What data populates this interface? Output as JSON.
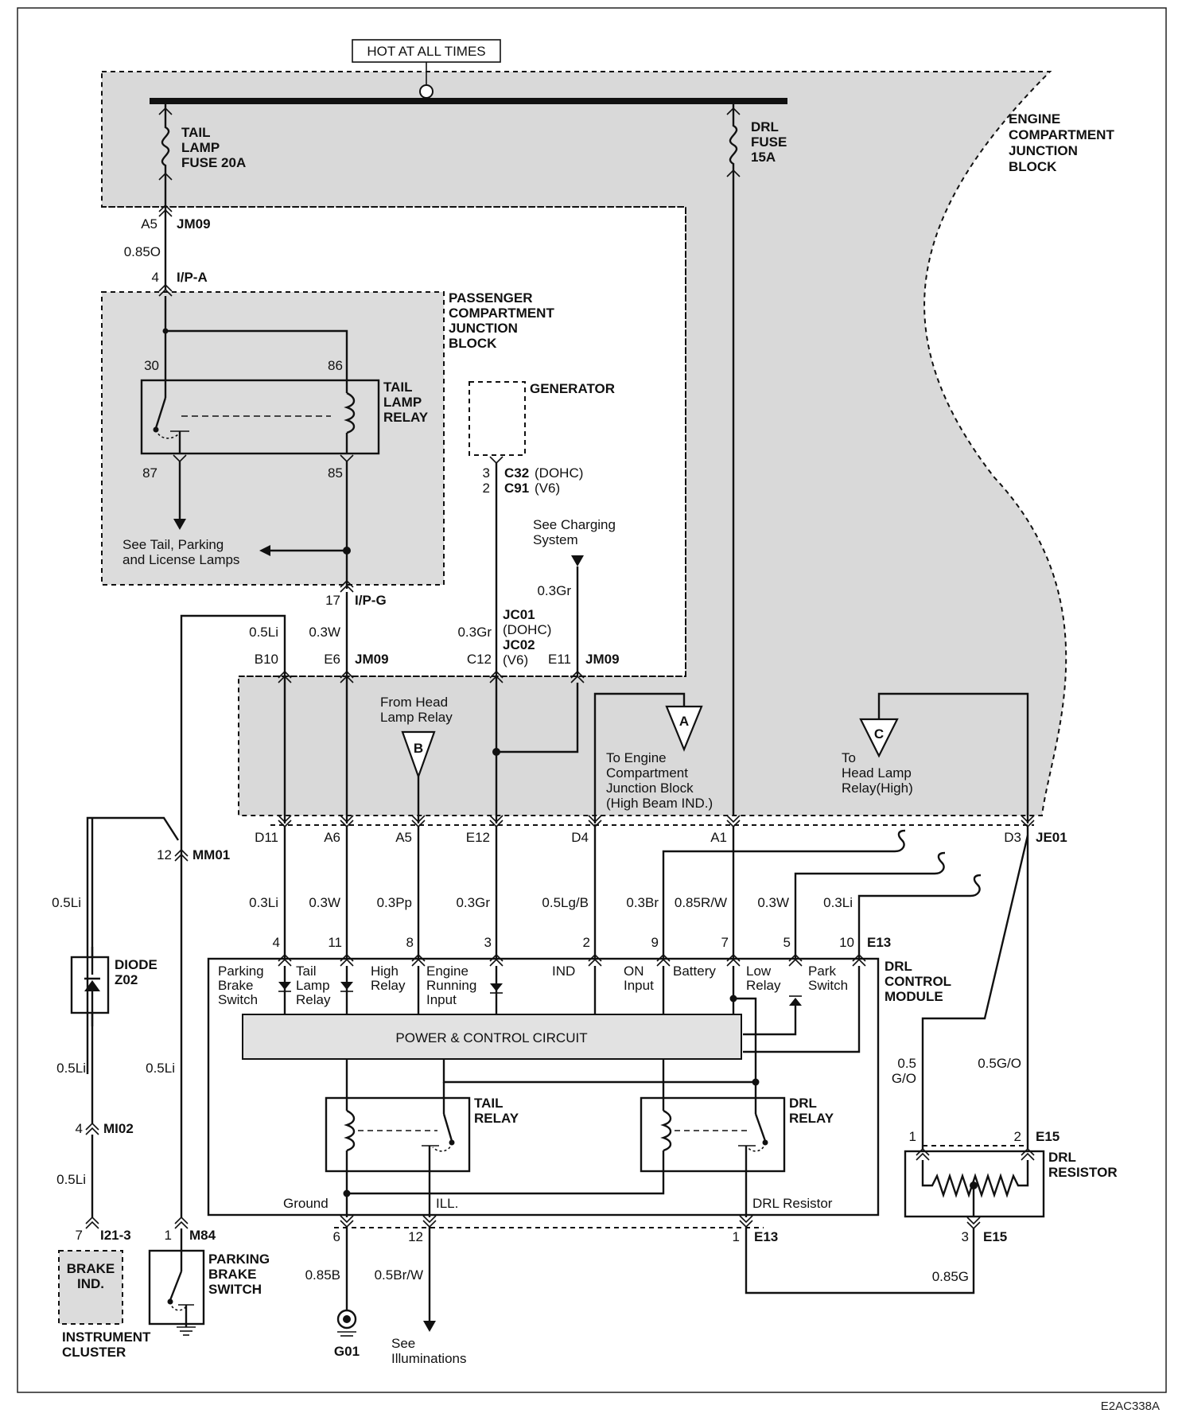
{
  "top": {
    "hot_at_all_times": "HOT AT ALL TIMES"
  },
  "engine_block": {
    "label_lines": [
      "ENGINE",
      "COMPARTMENT",
      "JUNCTION",
      "BLOCK"
    ]
  },
  "fuses": {
    "tail": [
      "TAIL",
      "LAMP",
      "FUSE 20A"
    ],
    "drl": [
      "DRL",
      "FUSE",
      "15A"
    ]
  },
  "connectors": {
    "a5_jm09": {
      "pin": "A5",
      "name": "JM09"
    },
    "ipa": {
      "pin": "4",
      "name": "I/P-A"
    },
    "ipg": {
      "pin": "17",
      "name": "I/P-G"
    },
    "b10": "B10",
    "e6": "E6",
    "jm09_mid": "JM09",
    "c12": "C12",
    "e11": "E11",
    "jm09_right": "JM09",
    "c32": {
      "pin": "3",
      "name": "C32",
      "note": "(DOHC)"
    },
    "c91": {
      "pin": "2",
      "name": "C91",
      "note": "(V6)"
    },
    "jc01": "JC01",
    "jc01_note": "(DOHC)",
    "jc02": "JC02",
    "jc02_note": "(V6)",
    "mm01": {
      "pin": "12",
      "name": "MM01"
    },
    "mi02": {
      "pin": "4",
      "name": "MI02"
    },
    "i213": {
      "pin": "7",
      "name": "I21-3"
    },
    "m84": {
      "pin": "1",
      "name": "M84"
    },
    "je01_row": [
      "D11",
      "A6",
      "A5",
      "E12",
      "D4",
      "A1",
      "D3"
    ],
    "je01": "JE01",
    "e13_top": "E13",
    "e13_bottom": {
      "pin": "1",
      "name": "E13"
    },
    "e15_top": {
      "pin": "2",
      "name": "E15"
    },
    "e15_bottom": {
      "pin": "3",
      "name": "E15"
    },
    "r1": "1",
    "g_pin6": "6",
    "g_pin12": "12"
  },
  "passenger_block": {
    "label_lines": [
      "PASSENGER",
      "COMPARTMENT",
      "JUNCTION",
      "BLOCK"
    ]
  },
  "tail_lamp_relay": {
    "label_lines": [
      "TAIL",
      "LAMP",
      "RELAY"
    ],
    "pins": [
      "30",
      "86",
      "87",
      "85"
    ],
    "note_lines": [
      "See Tail, Parking",
      "and License Lamps"
    ]
  },
  "generator": {
    "label": "GENERATOR"
  },
  "charging": {
    "lines": [
      "See Charging",
      "System"
    ]
  },
  "wires": {
    "w085o": "0.85O",
    "w03gr_charging": "0.3Gr",
    "w05li_left": "0.5Li",
    "w03w_top": "0.3W",
    "w03gr_top": "0.3Gr",
    "bottom_row": [
      "0.3Li",
      "0.3W",
      "0.3Pp",
      "0.3Gr",
      "0.5Lg/B",
      "0.3Br",
      "0.85R/W",
      "0.3W",
      "0.3Li"
    ],
    "w05li_mm01": "0.5Li",
    "w05li_diode_down": "0.5Li",
    "w05li_m84": "0.5Li",
    "w05li_mi02_down": "0.5Li",
    "w05go_left": [
      "0.5",
      "G/O"
    ],
    "w05go_right": "0.5G/O",
    "w085b": "0.85B",
    "w05brw": "0.5Br/W",
    "w085g": "0.85G"
  },
  "triangles": {
    "b": {
      "letter": "B",
      "lines": [
        "From Head",
        "Lamp Relay"
      ]
    },
    "a": {
      "letter": "A",
      "lines": [
        "To Engine",
        "Compartment",
        "Junction Block",
        "(High Beam IND.)"
      ]
    },
    "c": {
      "letter": "C",
      "lines": [
        "To",
        "Head Lamp",
        "Relay(High)"
      ]
    }
  },
  "drl_module": {
    "label_lines": [
      "DRL",
      "CONTROL",
      "MODULE"
    ],
    "pin_numbers": [
      "4",
      "11",
      "8",
      "3",
      "2",
      "9",
      "7",
      "5",
      "10"
    ],
    "inputs": [
      [
        "Parking",
        "Brake",
        "Switch"
      ],
      [
        "Tail",
        "Lamp",
        "Relay"
      ],
      [
        "High",
        "Relay"
      ],
      [
        "Engine",
        "Running",
        "Input"
      ],
      [
        "IND"
      ],
      [
        "ON",
        "Input"
      ],
      [
        "Battery"
      ],
      [
        "Low",
        "Relay"
      ],
      [
        "Park",
        "Switch"
      ]
    ],
    "power_circuit": "POWER & CONTROL CIRCUIT",
    "tail_relay": [
      "TAIL",
      "RELAY"
    ],
    "drl_relay": [
      "DRL",
      "RELAY"
    ],
    "bottom_labels": [
      "Ground",
      "ILL.",
      "DRL Resistor"
    ]
  },
  "diode": {
    "lines": [
      "DIODE",
      "Z02"
    ]
  },
  "brake_ind": {
    "lines": [
      "BRAKE",
      "IND."
    ]
  },
  "instrument_cluster": {
    "lines": [
      "INSTRUMENT",
      "CLUSTER"
    ]
  },
  "parking_brake_switch": {
    "lines": [
      "PARKING",
      "BRAKE",
      "SWITCH"
    ]
  },
  "drl_resistor": {
    "lines": [
      "DRL",
      "RESISTOR"
    ]
  },
  "ground": {
    "label": "G01"
  },
  "illuminations": {
    "lines": [
      "See",
      "Illuminations"
    ]
  },
  "figure_code": "E2AC338A"
}
